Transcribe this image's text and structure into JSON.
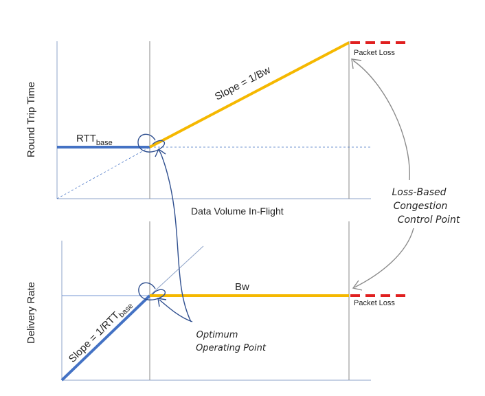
{
  "top_chart": {
    "ylabel": "Round Trip Time",
    "xlabel": "Data Volume In-Flight",
    "rtt_label_main": "RTT",
    "rtt_label_sub": "base",
    "slope_label": "Slope = 1/Bw",
    "packet_loss_label": "Packet Loss"
  },
  "bottom_chart": {
    "ylabel": "Delivery Rate",
    "slope_label_main": "Slope = 1/RTT",
    "slope_label_sub": "base",
    "bw_label": "Bw",
    "packet_loss_label": "Packet Loss"
  },
  "annotations": {
    "loss_based_line1": "Loss-Based",
    "loss_based_line2": "Congestion",
    "loss_based_line3": "Control Point",
    "optimum_line1": "Optimum",
    "optimum_line2": "Operating Point"
  },
  "colors": {
    "blue": "#4472c4",
    "yellow": "#f5b800",
    "red": "#e02020",
    "axis": "#8ea3c8",
    "annotation_blue": "#2f4f8f",
    "annotation_gray": "#8a8a8a"
  }
}
